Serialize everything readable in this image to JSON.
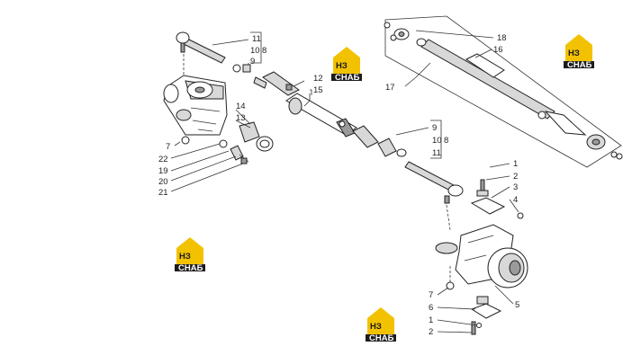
{
  "brand": {
    "logo_mark": "НЗ",
    "logo_caption": "СНАБ",
    "logo_color": "#f2c200"
  },
  "callouts": {
    "tie_rod_left": [
      "11",
      "10",
      "8",
      "9"
    ],
    "housing_left": [
      "14",
      "13",
      "7",
      "22",
      "19",
      "20",
      "21"
    ],
    "drag_link": [
      "12",
      "15"
    ],
    "top_cylinder": [
      "18",
      "16",
      "17"
    ],
    "tie_rod_right": [
      "9",
      "10",
      "8",
      "11"
    ],
    "knuckle_top": [
      "1",
      "2",
      "3",
      "4"
    ],
    "knuckle_main": [
      "5",
      "7"
    ],
    "knuckle_bottom": [
      "6",
      "1",
      "2"
    ]
  }
}
